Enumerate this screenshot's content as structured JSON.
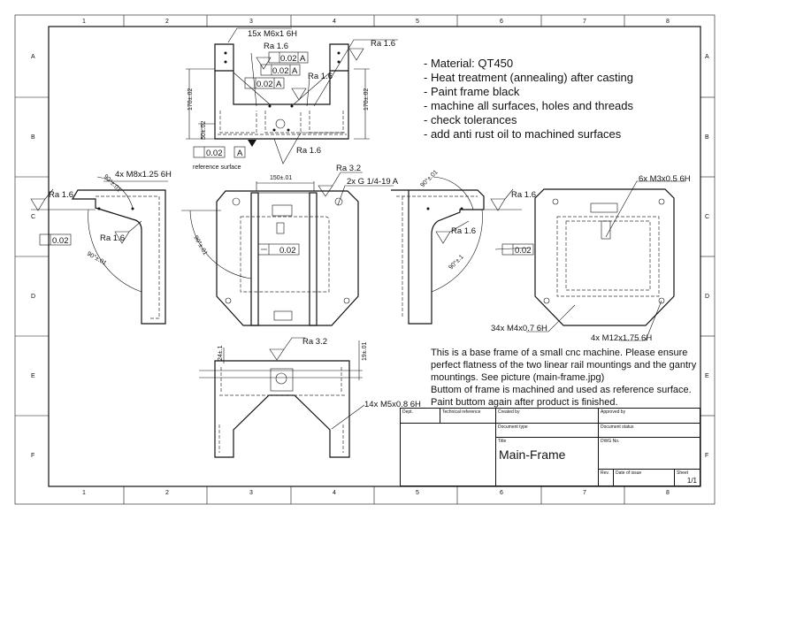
{
  "frame": {
    "columns": [
      "1",
      "2",
      "3",
      "4",
      "5",
      "6",
      "7",
      "8"
    ],
    "rows": [
      "A",
      "B",
      "C",
      "D",
      "E",
      "F"
    ]
  },
  "notes": [
    "- Material: QT450",
    "- Heat treatment (annealing) after casting",
    "- Paint frame black",
    "- machine all surfaces, holes and threads",
    "- check tolerances",
    "- add anti rust oil to machined surfaces"
  ],
  "description": [
    "This is a base frame of a small cnc machine. Please ensure",
    "perfect flatness of the two linear rail mountings and the gantry",
    "mountings. See picture (main-frame.jpg)",
    "Buttom of frame is machined and used as reference surface.",
    "Paint buttom again after product is finished."
  ],
  "top_view": {
    "thread_callout": "15x M6x1 6H",
    "ra_left": "Ra 1.6",
    "ra_right": "Ra 1.6",
    "ra_center": "Ra 1.6",
    "ra_bottom": "Ra 1.6",
    "fcf1": {
      "value": "0.02",
      "datum": "A"
    },
    "fcf2": {
      "value": "0.02",
      "datum": "A"
    },
    "fcf3": {
      "value": "0.02",
      "datum": "A"
    },
    "dim_height_left": "170±.02",
    "dim_height_right": "170±.02",
    "dim_base": "50±.02",
    "flatness": "0.02",
    "datum": "A",
    "reference_label": "reference surface"
  },
  "left_view": {
    "thread_callout": "4x M8x1.25 6H",
    "ra_outer": "Ra 1.6",
    "ra_inner": "Ra 1.6",
    "flatness": "0.02",
    "angle_top": "90°±.01",
    "angle_bottom": "90°±.01"
  },
  "front_view": {
    "dim_width": "150±.01",
    "ra": "Ra 3.2",
    "port_callout": "2x G 1/4-19 A",
    "straightness": "0.02",
    "angle": "90°±.01"
  },
  "right_view": {
    "ra_outer": "Ra 1.6",
    "ra_inner": "Ra 1.6",
    "flatness": "0.02",
    "angle_top": "90°±.01",
    "angle_bottom": "90°±.1"
  },
  "rear_view": {
    "thread_small": "6x M3x0.5 6H",
    "thread_medium": "34x M4x0.7 6H",
    "thread_large": "4x M12x1.75 6H"
  },
  "bottom_view": {
    "ra": "Ra 3.2",
    "dim_left": "24±.1",
    "dim_right": "19±.01",
    "thread_callout": "14x M5x0.8 6H"
  },
  "title_block": {
    "dept_label": "Dept.",
    "tech_ref_label": "Technical reference",
    "created_by_label": "Created by",
    "approved_by_label": "Approved by",
    "doc_type_label": "Document type",
    "doc_status_label": "Document status",
    "title_label": "Title",
    "title_value": "Main-Frame",
    "dwg_label": "DWG No.",
    "rev_label": "Rev.",
    "date_label": "Date of issue",
    "sheet_label": "Sheet",
    "sheet_value": "1/1"
  }
}
